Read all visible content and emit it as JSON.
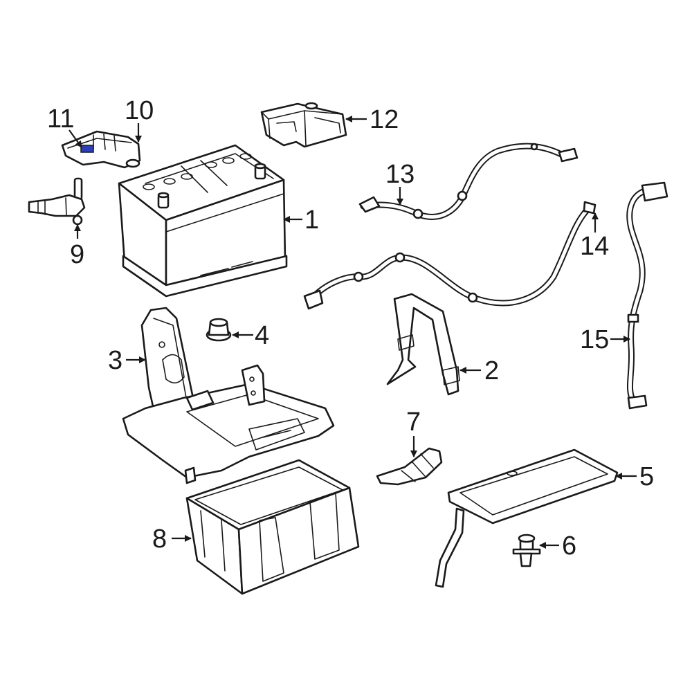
{
  "callouts": {
    "c1": "1",
    "c2": "2",
    "c3": "3",
    "c4": "4",
    "c5": "5",
    "c6": "6",
    "c7": "7",
    "c8": "8",
    "c9": "9",
    "c10": "10",
    "c11": "11",
    "c12": "12",
    "c13": "13",
    "c14": "14",
    "c15": "15"
  },
  "colors": {
    "line": "#1a1a1a",
    "highlight": "#2b3fb8"
  }
}
